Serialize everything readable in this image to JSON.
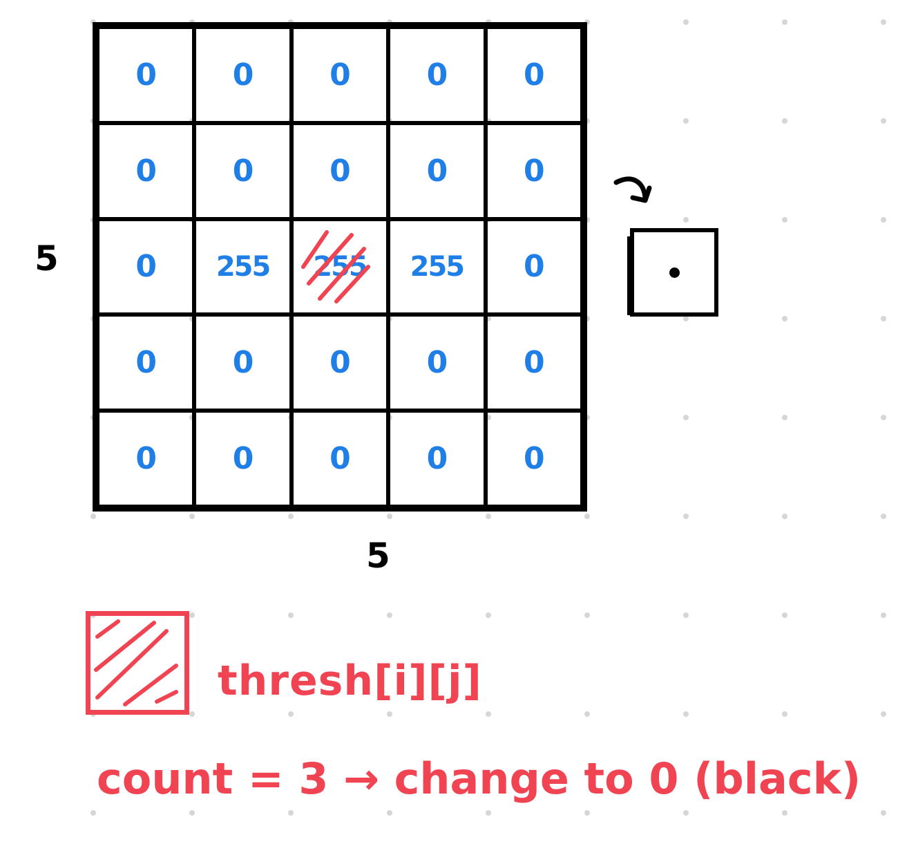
{
  "matrix": {
    "rows": [
      [
        "0",
        "0",
        "0",
        "0",
        "0"
      ],
      [
        "0",
        "0",
        "0",
        "0",
        "0"
      ],
      [
        "0",
        "255",
        "255",
        "255",
        "0"
      ],
      [
        "0",
        "0",
        "0",
        "0",
        "0"
      ],
      [
        "0",
        "0",
        "0",
        "0",
        "0"
      ]
    ],
    "row_count_label": "5",
    "col_count_label": "5"
  },
  "colors": {
    "values": "#1f7fe6",
    "highlight": "#f04453",
    "ink": "#000000"
  },
  "legend": {
    "label": "thresh[i][j]"
  },
  "note": "count = 3 → change to 0 (black)"
}
